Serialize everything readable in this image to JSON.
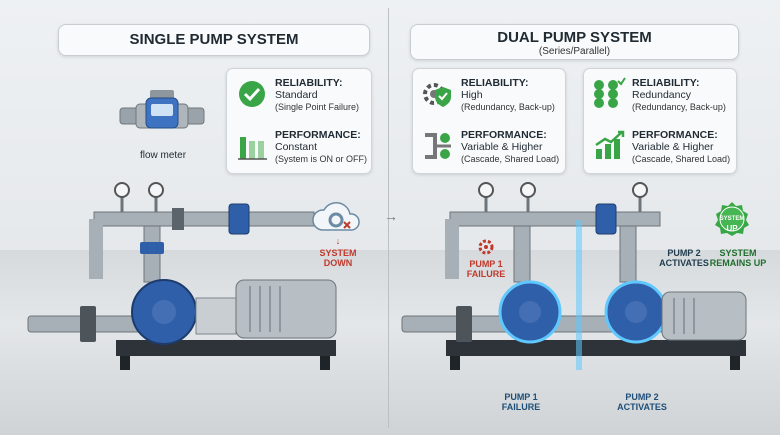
{
  "single": {
    "title": "SINGLE PUMP SYSTEM",
    "flow_meter_label": "flow meter",
    "reliability": {
      "label": "RELIABILITY:",
      "value": "Standard",
      "note": "(Single Point Failure)"
    },
    "performance": {
      "label": "PERFORMANCE:",
      "value": "Constant",
      "note": "(System is ON or OFF)"
    },
    "system_down": [
      "SYSTEM",
      "DOWN"
    ]
  },
  "dual": {
    "title": "DUAL PUMP SYSTEM",
    "subtitle": "(Series/Parallel)",
    "card_left": {
      "reliability": {
        "label": "RELIABILITY:",
        "value": "High",
        "note": "(Redundancy, Back-up)"
      },
      "performance": {
        "label": "PERFORMANCE:",
        "value": "Variable & Higher",
        "note": "(Cascade, Shared Load)"
      }
    },
    "card_right": {
      "reliability": {
        "label": "RELIABILITY:",
        "value": "Redundancy",
        "note": "(Redundancy, Back-up)"
      },
      "performance": {
        "label": "PERFORMANCE:",
        "value": "Variable & Higher",
        "note": "(Cascade, Shared Load)"
      }
    },
    "pump1_failure": [
      "PUMP 1",
      "FAILURE"
    ],
    "pump2_activates": [
      "PUMP 2",
      "ACTIVATES"
    ],
    "badge": [
      "SYSTEM",
      "UP"
    ],
    "system_remains_up": [
      "SYSTEM",
      "REMAINS UP"
    ],
    "bottom_pump1": [
      "PUMP 1",
      "FAILURE"
    ],
    "bottom_pump2": [
      "PUMP 2",
      "ACTIVATES"
    ]
  },
  "colors": {
    "pump_blue": "#2f5fa8",
    "check_green": "#3aa547",
    "alert_red": "#c0392b",
    "glow": "#5ec8ff"
  },
  "icons": [
    "check-circle-icon",
    "bar-chart-icon",
    "gear-shield-icon",
    "checklist-icon",
    "rising-chart-icon",
    "cloud-gear-icon",
    "gear-warning-icon",
    "system-up-badge-icon",
    "flow-meter-icon",
    "pressure-gauge-icon"
  ]
}
